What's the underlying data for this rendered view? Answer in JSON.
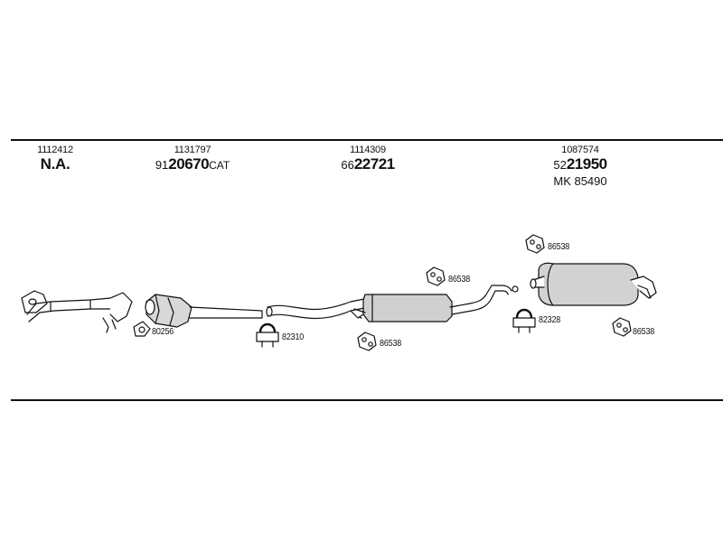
{
  "columns": [
    {
      "part_number": "1112412",
      "code": "N.A."
    },
    {
      "part_number": "1131797",
      "code_prefix": "91",
      "code_main": "20670",
      "code_suffix": "CAT"
    },
    {
      "part_number": "1114309",
      "code_prefix": "66",
      "code_main": "22721"
    },
    {
      "part_number": "1087574",
      "code_prefix": "52",
      "code_main": "21950",
      "extra": "MK  85490"
    }
  ],
  "parts": {
    "front_pipe": "",
    "catalytic_converter": "",
    "middle_pipe_silencer": "",
    "rear_silencer": ""
  },
  "labels": {
    "gasket": "80256",
    "clamp_front": "82310",
    "hanger_middle_upper": "86538",
    "hanger_middle_lower": "86538",
    "hanger_rear_top": "86538",
    "clamp_rear": "82328",
    "hanger_rear_right": "86538"
  },
  "colors": {
    "ink": "#111111",
    "fill": "#ffffff",
    "shade": "#bdbdbd"
  }
}
